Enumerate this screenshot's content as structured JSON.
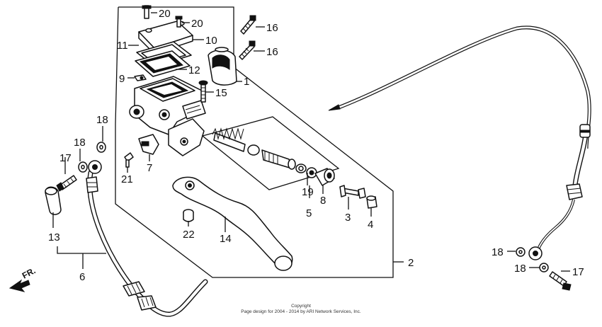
{
  "diagram": {
    "callouts": [
      {
        "key": "c20a",
        "label": "20"
      },
      {
        "key": "c20b",
        "label": "20"
      },
      {
        "key": "c16a",
        "label": "16"
      },
      {
        "key": "c16b",
        "label": "16"
      },
      {
        "key": "c10",
        "label": "10"
      },
      {
        "key": "c11",
        "label": "11"
      },
      {
        "key": "c12",
        "label": "12"
      },
      {
        "key": "c9",
        "label": "9"
      },
      {
        "key": "c1",
        "label": "1"
      },
      {
        "key": "c15",
        "label": "15"
      },
      {
        "key": "c18a",
        "label": "18"
      },
      {
        "key": "c18b",
        "label": "18"
      },
      {
        "key": "c17a",
        "label": "17"
      },
      {
        "key": "c7",
        "label": "7"
      },
      {
        "key": "c21",
        "label": "21"
      },
      {
        "key": "c19",
        "label": "19"
      },
      {
        "key": "c8",
        "label": "8"
      },
      {
        "key": "c5",
        "label": "5"
      },
      {
        "key": "c3",
        "label": "3"
      },
      {
        "key": "c4",
        "label": "4"
      },
      {
        "key": "c13",
        "label": "13"
      },
      {
        "key": "c22",
        "label": "22"
      },
      {
        "key": "c14",
        "label": "14"
      },
      {
        "key": "c6",
        "label": "6"
      },
      {
        "key": "c2",
        "label": "2"
      },
      {
        "key": "c18c",
        "label": "18"
      },
      {
        "key": "c18d",
        "label": "18"
      },
      {
        "key": "c17b",
        "label": "17"
      }
    ],
    "direction_label": "FR.",
    "copyright": {
      "line1": "Copyright",
      "line2": "Page design for 2004 - 2014 by ARI Network Services, Inc."
    }
  }
}
